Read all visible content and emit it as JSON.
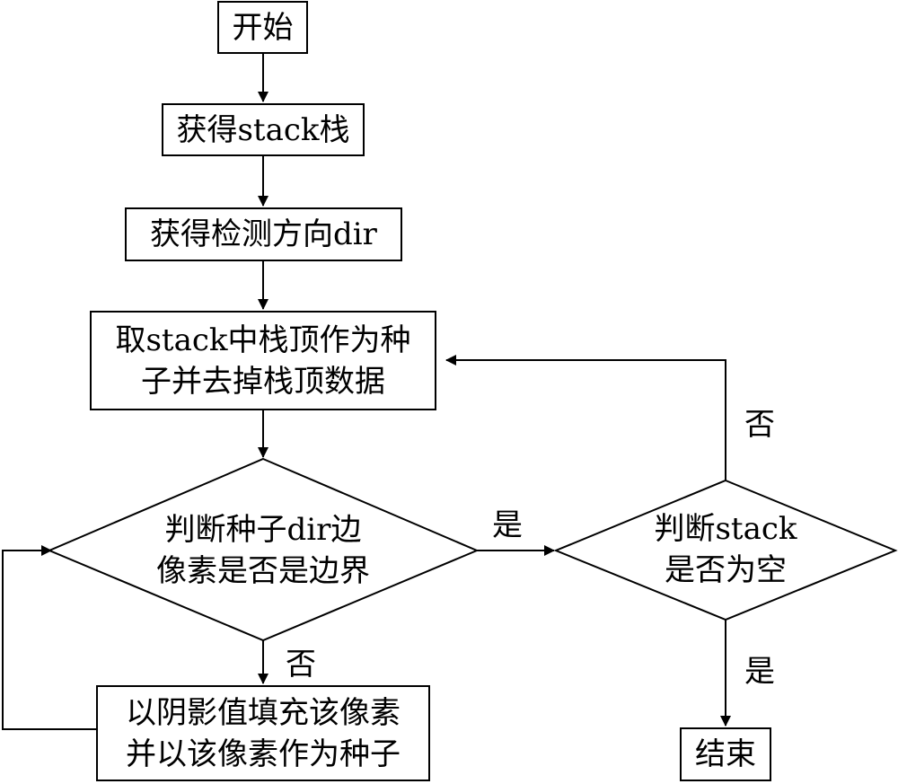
{
  "flowchart": {
    "start": "开始",
    "get_stack": "获得stack栈",
    "get_direction": "获得检测方向dir",
    "pop_seed": [
      "取stack中栈顶作为种",
      "子并去掉栈顶数据"
    ],
    "decision_boundary": [
      "判断种子dir边",
      "像素是否是边界"
    ],
    "decision_stack_empty": [
      "判断stack",
      "是否为空"
    ],
    "fill_pixel": [
      "以阴影值填充该像素",
      "并以该像素作为种子"
    ],
    "end": "结束",
    "labels": {
      "boundary_yes": "是",
      "boundary_no": "否",
      "stack_empty_yes": "是",
      "stack_empty_no": "否"
    }
  }
}
